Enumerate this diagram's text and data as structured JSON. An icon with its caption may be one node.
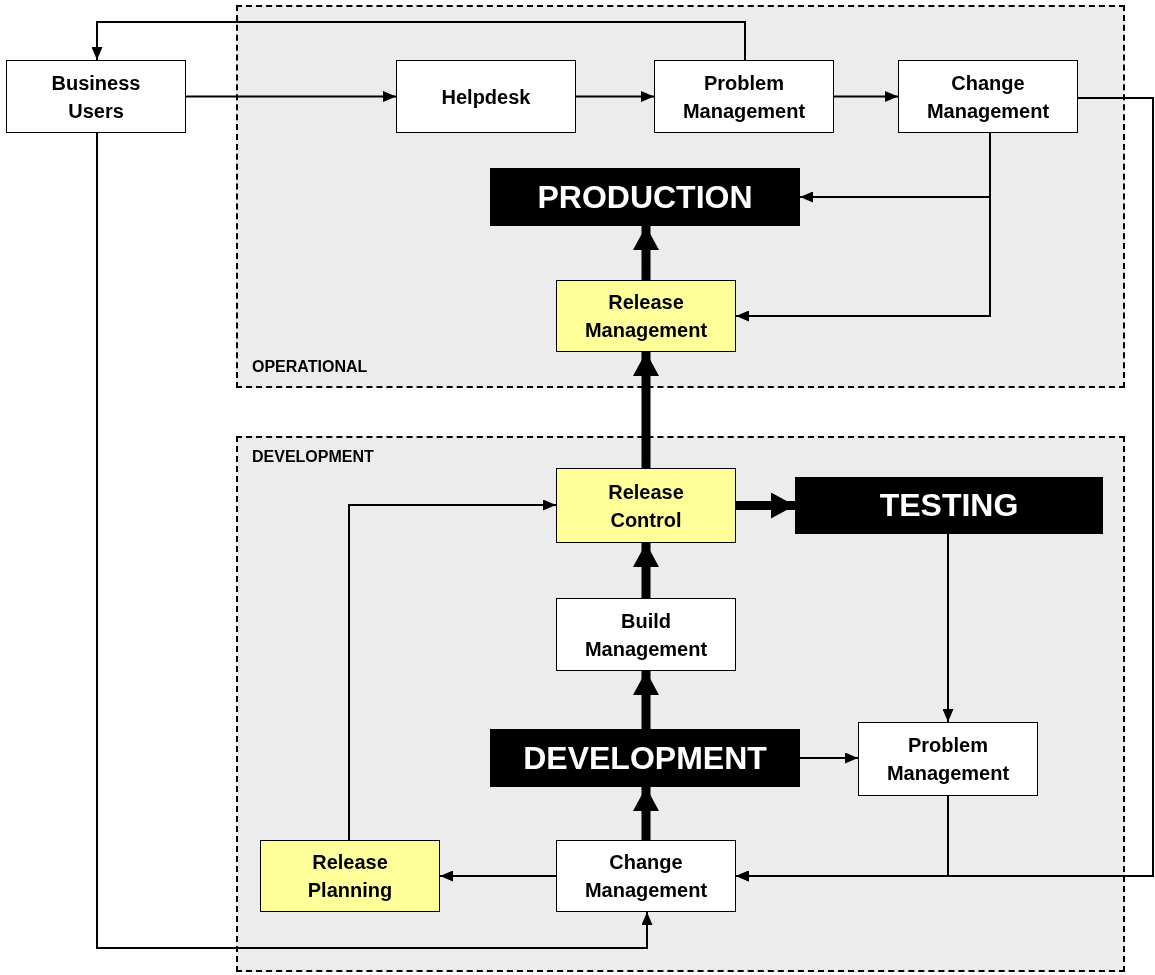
{
  "diagram": {
    "nodes": [
      {
        "text": [
          "OPERATIONAL"
        ]
      },
      {
        "text": [
          "Business Users"
        ]
      },
      {
        "text": [
          "Helpdesk"
        ],
        "in": 0
      },
      {
        "text": [
          "Problem Management"
        ],
        "in": 0
      },
      {
        "text": [
          "Change Management"
        ],
        "in": 0
      },
      {
        "text": [
          "PRODUCTION"
        ],
        "in": 0
      },
      {
        "text": [
          "Release Management"
        ],
        "in": 0
      },
      {
        "text": [
          "DEVELOPMENT"
        ]
      },
      {
        "text": [
          "Release Control"
        ],
        "in": 7
      },
      {
        "text": [
          "TESTING"
        ],
        "in": 7
      },
      {
        "text": [
          "Build Management"
        ],
        "in": 7
      },
      {
        "text": [
          "DEVELOPMENT"
        ],
        "in": 7
      },
      {
        "text": [
          "Problem Management"
        ],
        "in": 7
      },
      {
        "text": [
          "Release Planning"
        ],
        "in": 7
      },
      {
        "text": [
          "Change Management"
        ],
        "in": 7
      }
    ],
    "edges": [
      {
        "from": 1,
        "to": 2,
        "arrow": "to"
      },
      {
        "from": 2,
        "to": 3,
        "arrow": "to"
      },
      {
        "from": 3,
        "to": 4,
        "arrow": "to"
      },
      {
        "from": 3,
        "to": 1,
        "arrow": "to"
      },
      {
        "from": 4,
        "to": 5,
        "arrow": "to"
      },
      {
        "from": 4,
        "to": 6,
        "arrow": "to"
      },
      {
        "from": 6,
        "to": 5,
        "arrow": "to",
        "style": "thick"
      },
      {
        "from": 8,
        "to": 6,
        "arrow": "to",
        "style": "thick"
      },
      {
        "from": 8,
        "to": 9,
        "arrow": "to",
        "style": "thick"
      },
      {
        "from": 10,
        "to": 8,
        "arrow": "to",
        "style": "thick"
      },
      {
        "from": 11,
        "to": 10,
        "arrow": "to",
        "style": "thick"
      },
      {
        "from": 14,
        "to": 11,
        "arrow": "to",
        "style": "thick"
      },
      {
        "from": 11,
        "to": 12,
        "arrow": "to"
      },
      {
        "from": 9,
        "to": 12,
        "arrow": "to"
      },
      {
        "from": 12,
        "to": 14,
        "arrow": "to"
      },
      {
        "from": 4,
        "to": 14,
        "arrow": "to"
      },
      {
        "from": 14,
        "to": 13,
        "arrow": "to"
      },
      {
        "from": 13,
        "to": 8,
        "arrow": "to"
      },
      {
        "from": 1,
        "to": 14,
        "arrow": "to"
      }
    ]
  }
}
